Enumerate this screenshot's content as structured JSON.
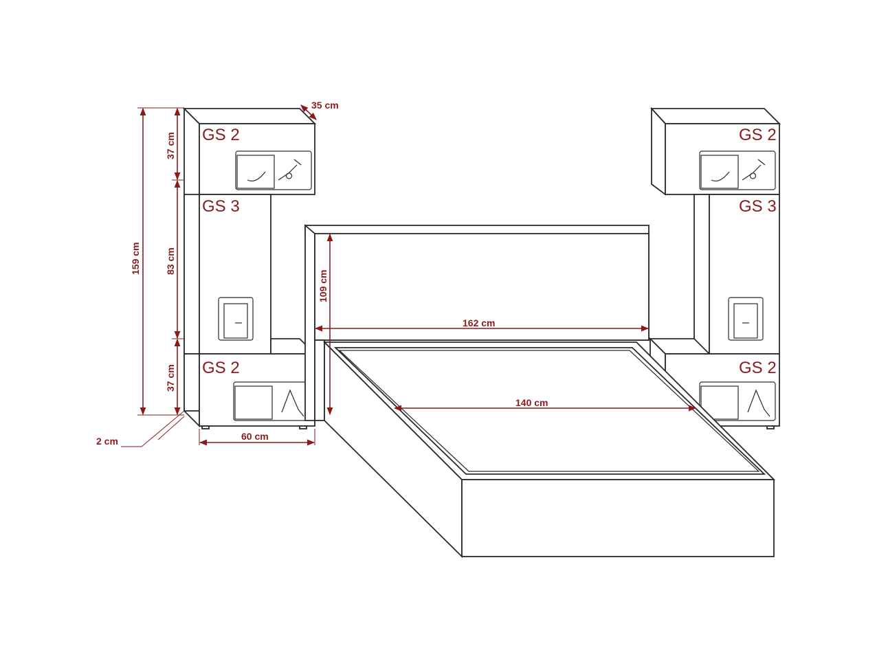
{
  "labels": {
    "left_top": "GS 2",
    "left_mid": "GS 3",
    "left_bottom": "GS 2",
    "right_top": "GS 2",
    "right_mid": "GS 3",
    "right_bottom": "GS 2"
  },
  "dimensions": {
    "depth": "35 cm",
    "top_height": "37 cm",
    "mid_height": "83 cm",
    "bottom_height": "37 cm",
    "total_height": "159 cm",
    "gap": "2 cm",
    "width": "60 cm",
    "headboard_height": "109 cm",
    "headboard_width": "162 cm",
    "mattress_width": "140 cm"
  },
  "colors": {
    "dimension": "#8b1a1a",
    "outline": "#2a2a2a",
    "background": "#ffffff"
  }
}
